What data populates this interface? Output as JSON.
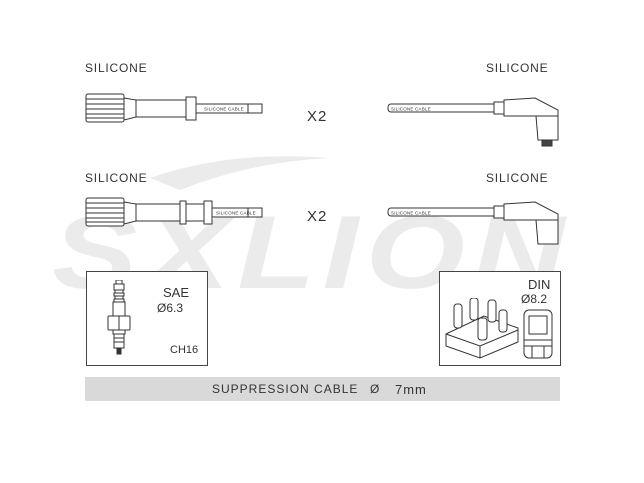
{
  "watermark": {
    "text": "SXLION"
  },
  "rows": [
    {
      "left_label": "SILICONE",
      "right_label": "SILICONE",
      "multiplier": "X2"
    },
    {
      "left_label": "SILICONE",
      "right_label": "SILICONE",
      "multiplier": "X2"
    }
  ],
  "cable_text": {
    "left_printed": "SILICONE CABLE",
    "right_printed": "SILICONE CABLE"
  },
  "sae_box": {
    "title": "SAE",
    "diameter": "Ø6.3",
    "hex": "CH16"
  },
  "din_box": {
    "title": "DIN",
    "diameter": "Ø8.2"
  },
  "suppression_bar": {
    "label": "SUPPRESSION CABLE",
    "symbol": "Ø",
    "value": "7mm"
  }
}
